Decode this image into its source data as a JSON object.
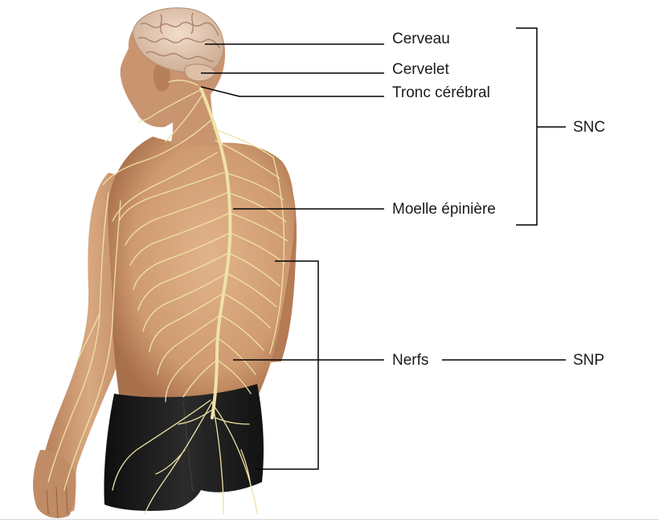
{
  "labels": {
    "cerveau": "Cerveau",
    "cervelet": "Cervelet",
    "tronc_cerebral": "Tronc cérébral",
    "moelle_epiniere": "Moelle épinière",
    "nerfs": "Nerfs",
    "snc": "SNC",
    "snp": "SNP"
  },
  "colors": {
    "skin": "#d4a27a",
    "skin_shadow": "#a8704c",
    "nerve": "#efe2a6",
    "brain": "#e8cdb7",
    "shorts": "#1c1c1c",
    "leader_line": "#000000"
  }
}
